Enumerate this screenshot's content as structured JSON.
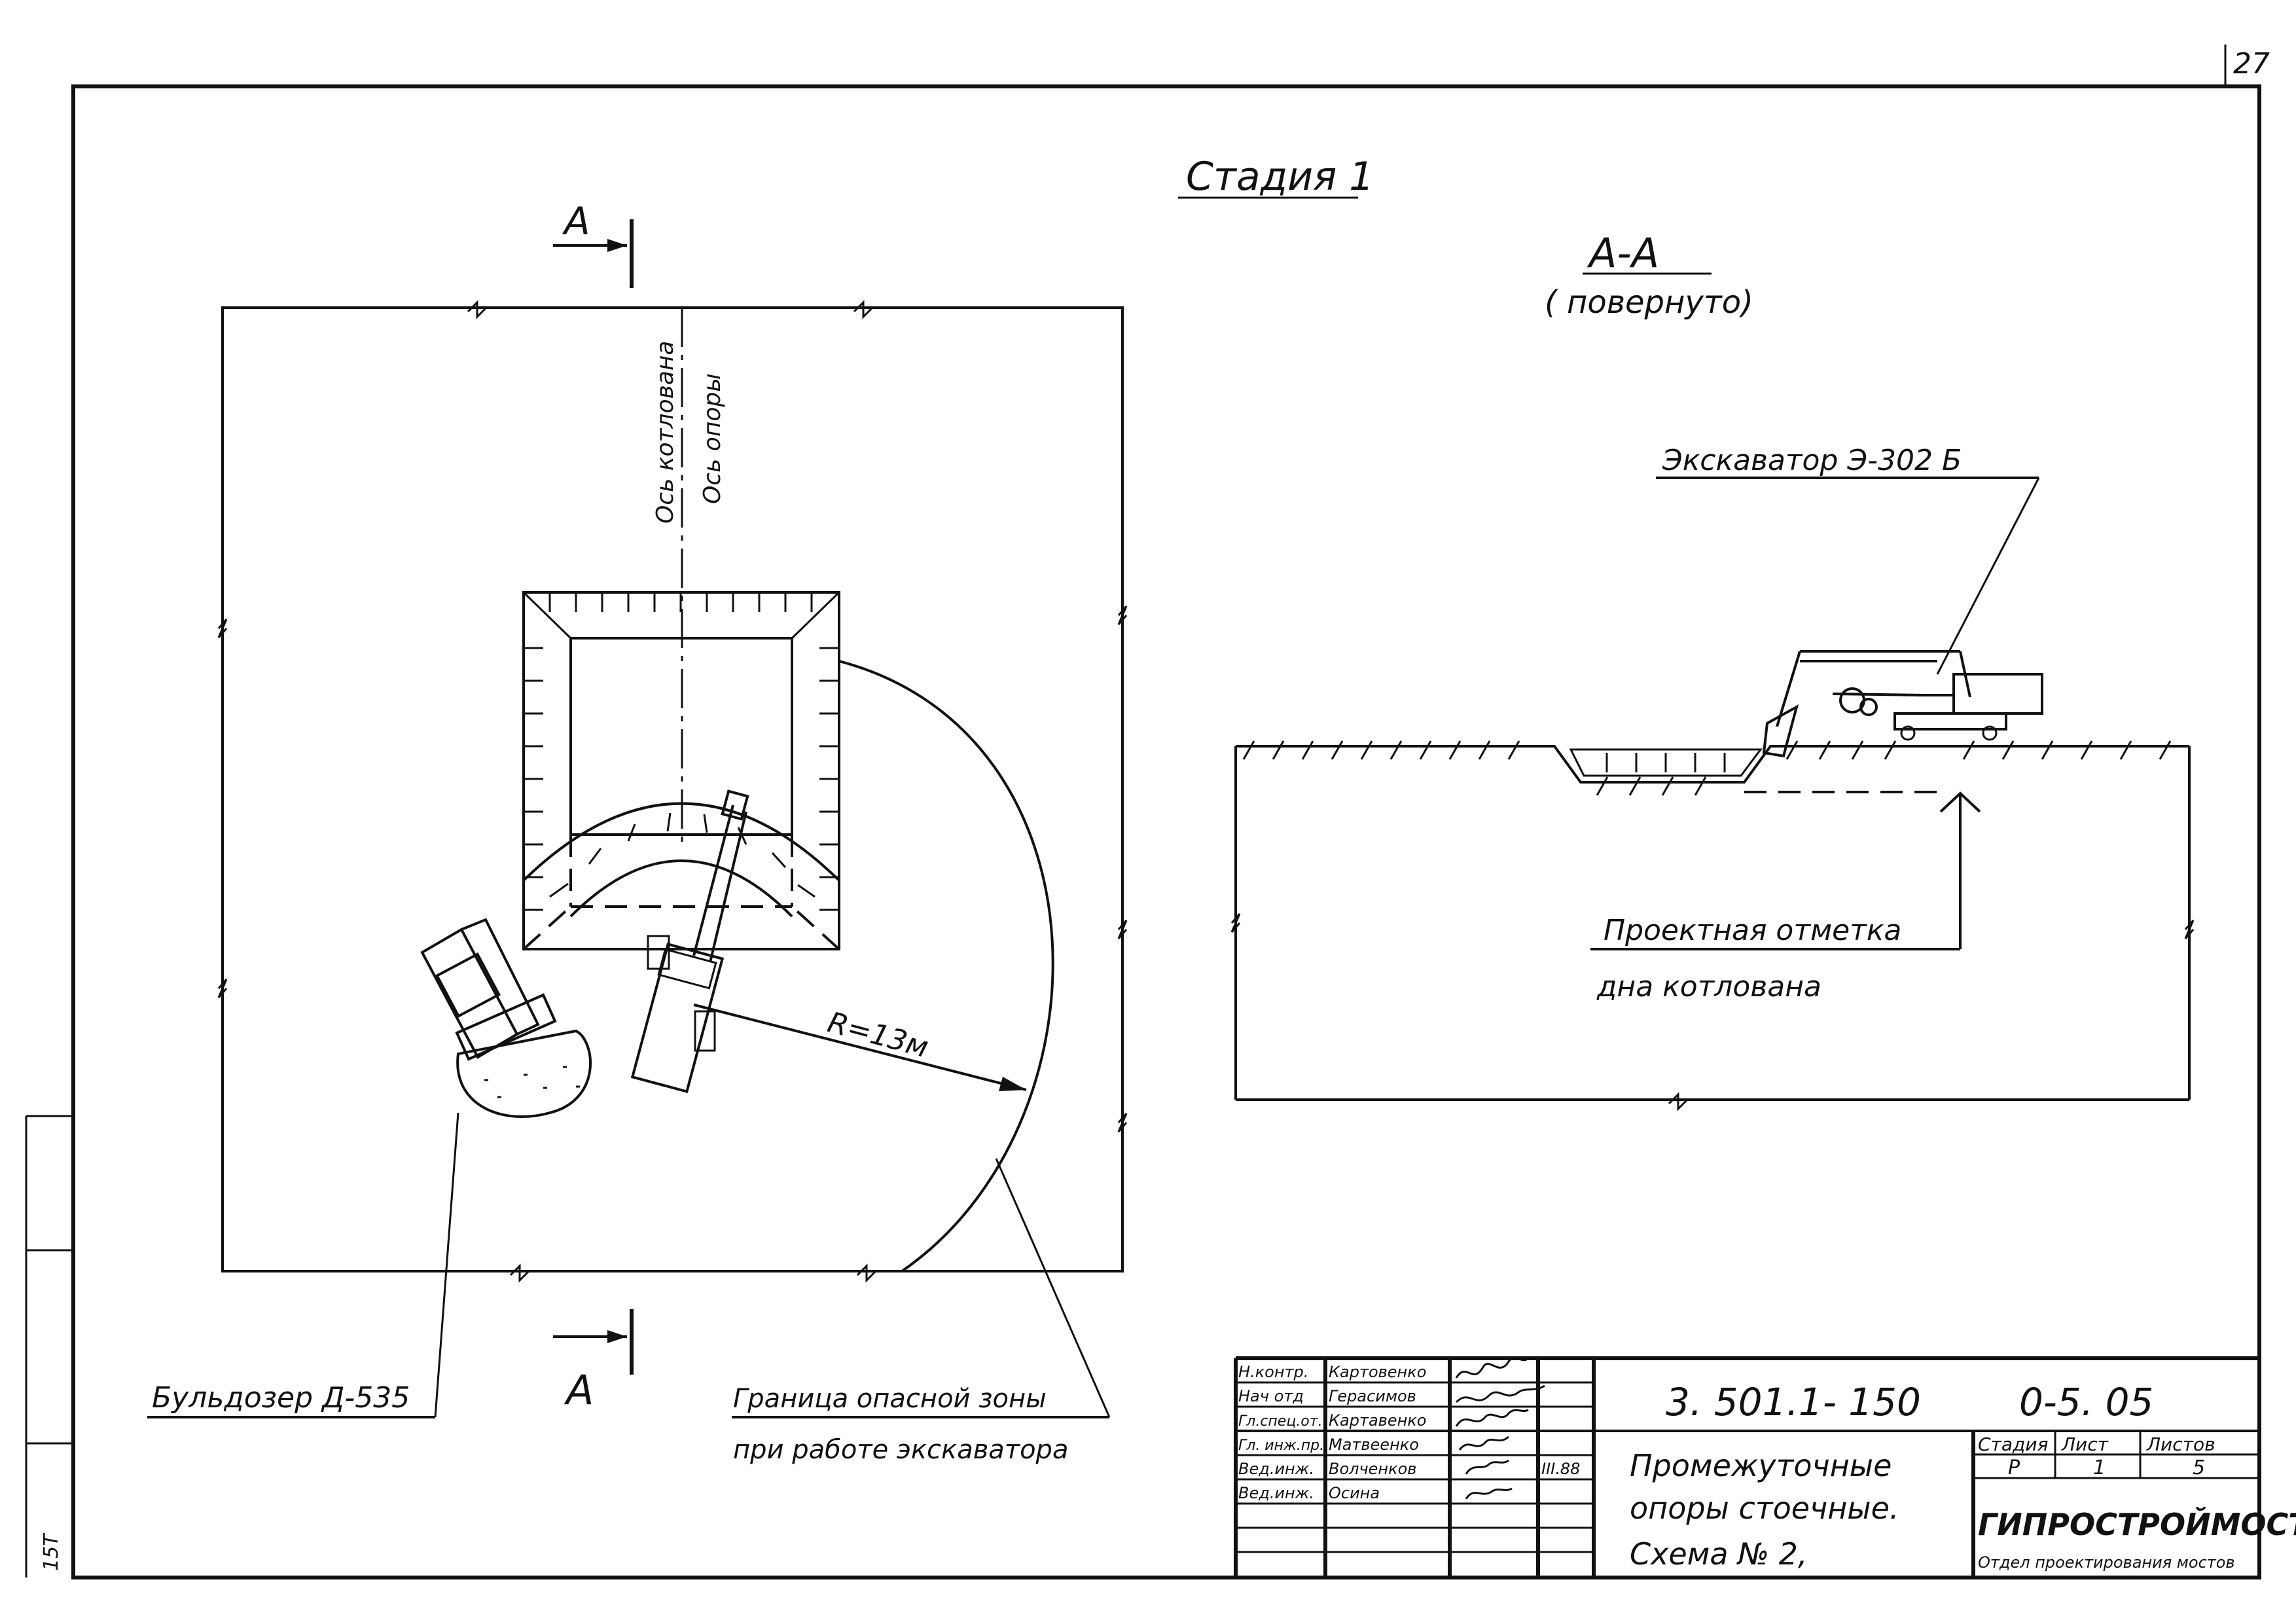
{
  "sheet_number": "27",
  "stage_title": "Стадия 1",
  "plan": {
    "section_mark_top": "А",
    "section_mark_bottom": "А",
    "axis_pit_label": "Ось котлована",
    "axis_support_label": "Ось опоры",
    "radius_label": "R=13м",
    "bulldozer_label": "Бульдозер Д-535",
    "danger_zone_line1": "Граница опасной зоны",
    "danger_zone_line2": "при работе экскаватора"
  },
  "section": {
    "title": "А-А",
    "subtitle": "( повернуто)",
    "excavator_label": "Экскаватор Э-302 Б",
    "design_mark_line1": "Проектная отметка",
    "design_mark_line2": "дна котлована"
  },
  "title_block": {
    "doc_code": "3. 501.1- 150",
    "doc_part": "0-5. 05",
    "title_lines": [
      "Промежуточные",
      "опоры стоечные.",
      "Схема № 2,"
    ],
    "stage_header": "Стадия",
    "sheet_header": "Лист",
    "sheets_header": "Листов",
    "stage_value": "Р",
    "sheet_value": "1",
    "sheets_value": "5",
    "org_name": "ГИПРОСТРОЙМОСТ",
    "org_dept": "Отдел проектирования мостов",
    "date": "III.88",
    "people": [
      {
        "role": "Н.контр.",
        "name": "Картовенко"
      },
      {
        "role": "Нач отд",
        "name": "Герасимов"
      },
      {
        "role": "Гл.спец.от.",
        "name": "Картавенко"
      },
      {
        "role": "Гл. инж.пр.",
        "name": "Матвеенко"
      },
      {
        "role": "Вед.инж.",
        "name": "Волченков"
      },
      {
        "role": "Вед.инж.",
        "name": "Осина"
      }
    ]
  },
  "margin_stamp": "15Т"
}
